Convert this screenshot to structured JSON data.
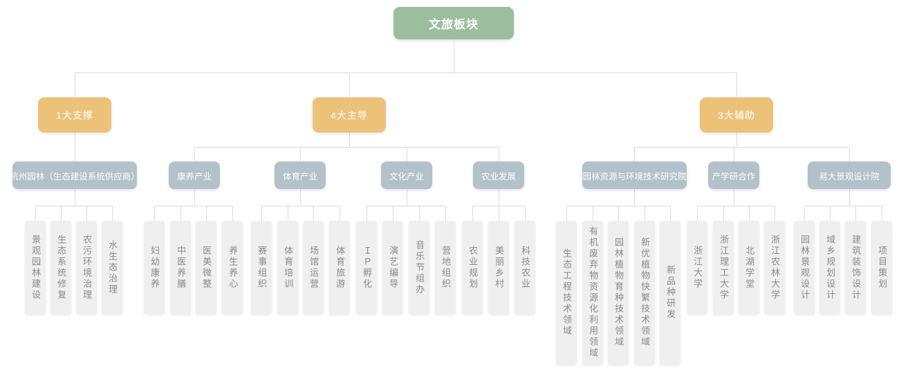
{
  "tree": {
    "root": {
      "label": "文旅板块"
    },
    "branches": [
      {
        "label": "1大支撑",
        "children": [
          {
            "label": "杭州园林（生态建设系统供应商）",
            "items": [
              "景观园林建设",
              "生态系统修复",
              "农污环境治理",
              "水生态治理"
            ]
          }
        ]
      },
      {
        "label": "4大主导",
        "children": [
          {
            "label": "康养产业",
            "items": [
              "妇幼康养",
              "中医养膳",
              "医美微整",
              "养生养心"
            ]
          },
          {
            "label": "体育产业",
            "items": [
              "赛事组织",
              "体育培训",
              "场馆运营",
              "体育旅游"
            ]
          },
          {
            "label": "文化产业",
            "items": [
              "ＩＰ孵化",
              "演艺编导",
              "音乐节组办",
              "营地组织"
            ]
          },
          {
            "label": "农业发展",
            "items": [
              "农业规划",
              "美丽乡村",
              "科技农业"
            ]
          }
        ]
      },
      {
        "label": "3大辅助",
        "children": [
          {
            "label": "园林资源与环境技术研究院",
            "items": [
              "生态工程技术领域",
              "有机废弃物资源化利用领域",
              "园林植物育种技术领域",
              "新优植物快繁技术领域",
              "新品种研发"
            ]
          },
          {
            "label": "产学研合作",
            "items": [
              "浙江大学",
              "浙江理工大学",
              "北湖学堂",
              "浙江农林大学"
            ]
          },
          {
            "label": "易大景观设计院",
            "items": [
              "园林景观设计",
              "域乡规划设计",
              "建筑装饰设计",
              "项目策划"
            ]
          }
        ]
      }
    ]
  },
  "colors": {
    "root_bg": "#9BBE9D",
    "branch_bg": "#ECC279",
    "category_bg": "#B2C1CA",
    "leaf_bg": "#EFEFEF",
    "leaf_text": "#8A8A8A",
    "line": "#DBDBDB"
  }
}
